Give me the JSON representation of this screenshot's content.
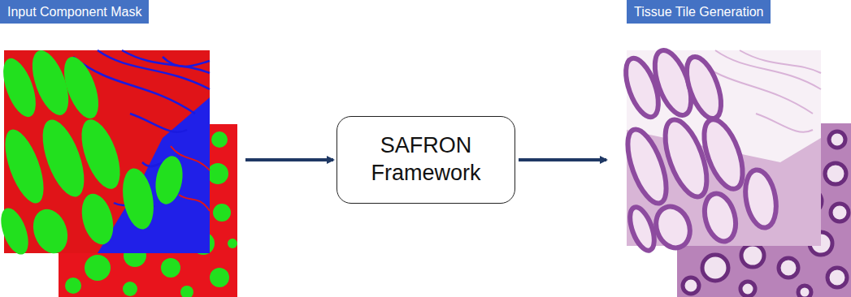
{
  "diagram": {
    "nodes": [
      {
        "text": [
          "Input Component Mask"
        ]
      },
      {
        "text": [
          "SAFRON Framework"
        ]
      },
      {
        "text": [
          "Tissue Tile Generation"
        ]
      }
    ],
    "edges": [
      {
        "from": 0,
        "to": 1,
        "arrow": "to"
      },
      {
        "from": 1,
        "to": 2,
        "arrow": "to"
      }
    ]
  }
}
